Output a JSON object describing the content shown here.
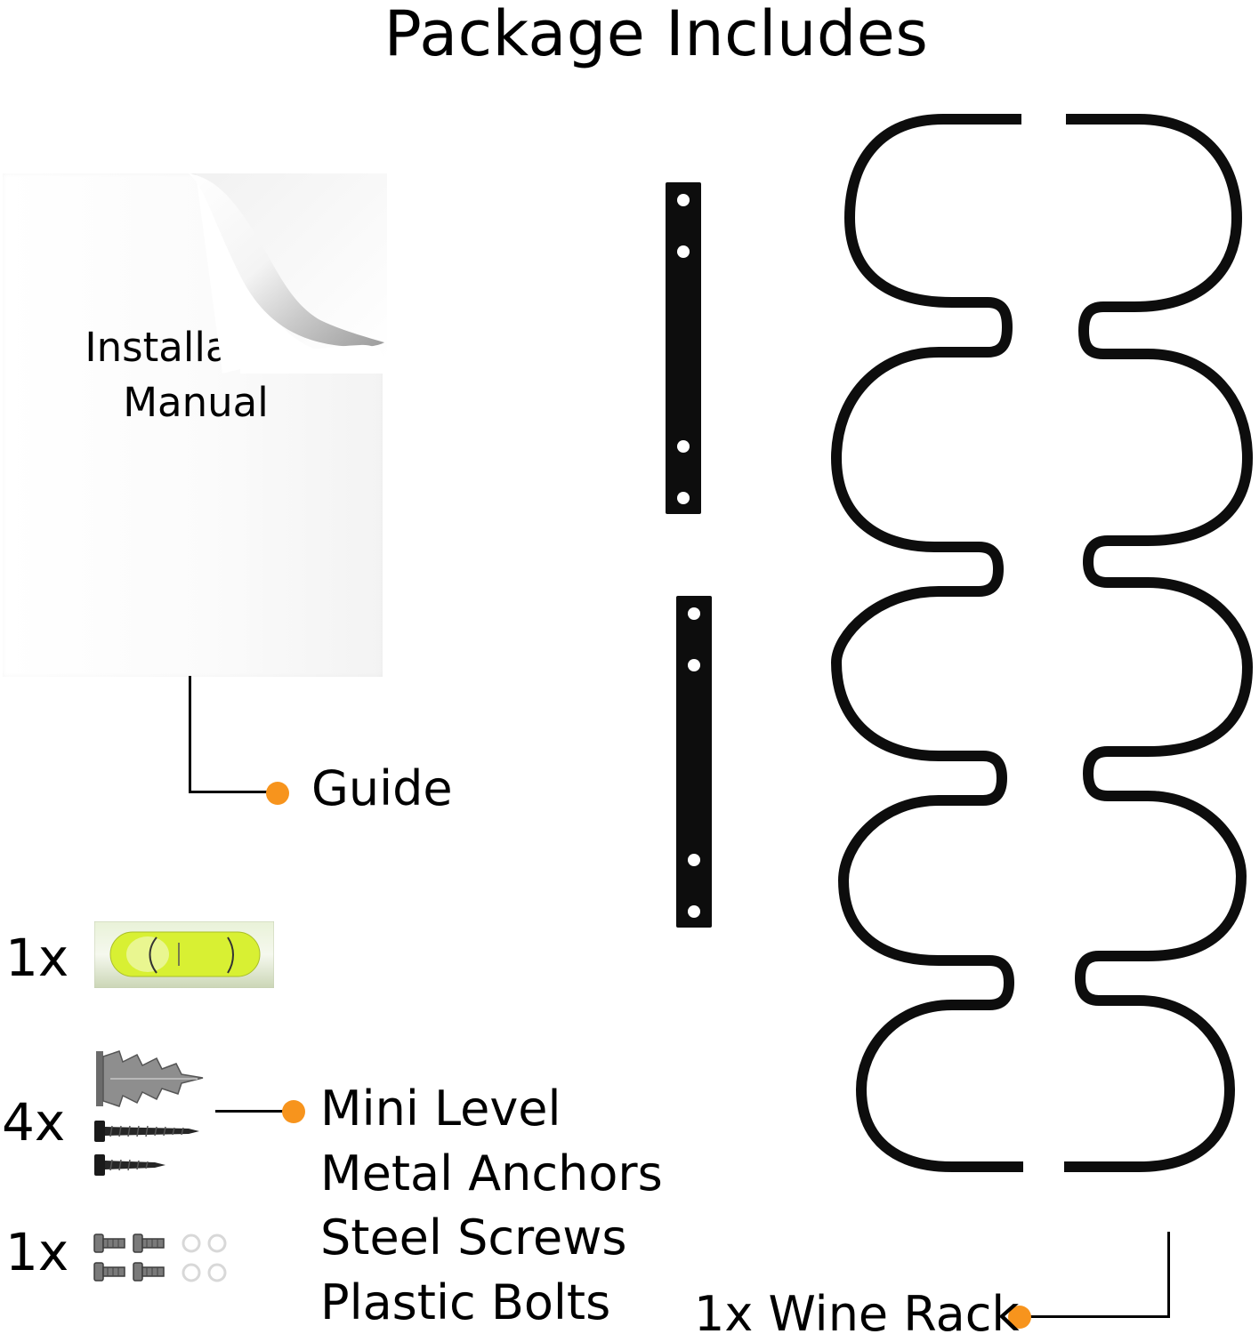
{
  "title": "Package Includes",
  "manual": {
    "line1": "Installation",
    "line2": "Manual",
    "callout_label": "Guide"
  },
  "hardware": {
    "qty_level": "1x",
    "qty_anchors": "4x",
    "qty_screws": "1x",
    "items": [
      "Mini Level",
      "Metal Anchors",
      "Steel Screws",
      "Plastic Bolts"
    ]
  },
  "rack": {
    "callout_label": "1x Wine Rack"
  },
  "colors": {
    "accent_dot": "#f7941d",
    "metal": "#0d0d0d",
    "level_fluid": "#d8f033"
  },
  "icons": [
    "manual-sheet",
    "wall-bracket",
    "wine-rack-frame",
    "mini-level",
    "wall-anchor",
    "wood-screw",
    "machine-screw",
    "plastic-washer"
  ]
}
